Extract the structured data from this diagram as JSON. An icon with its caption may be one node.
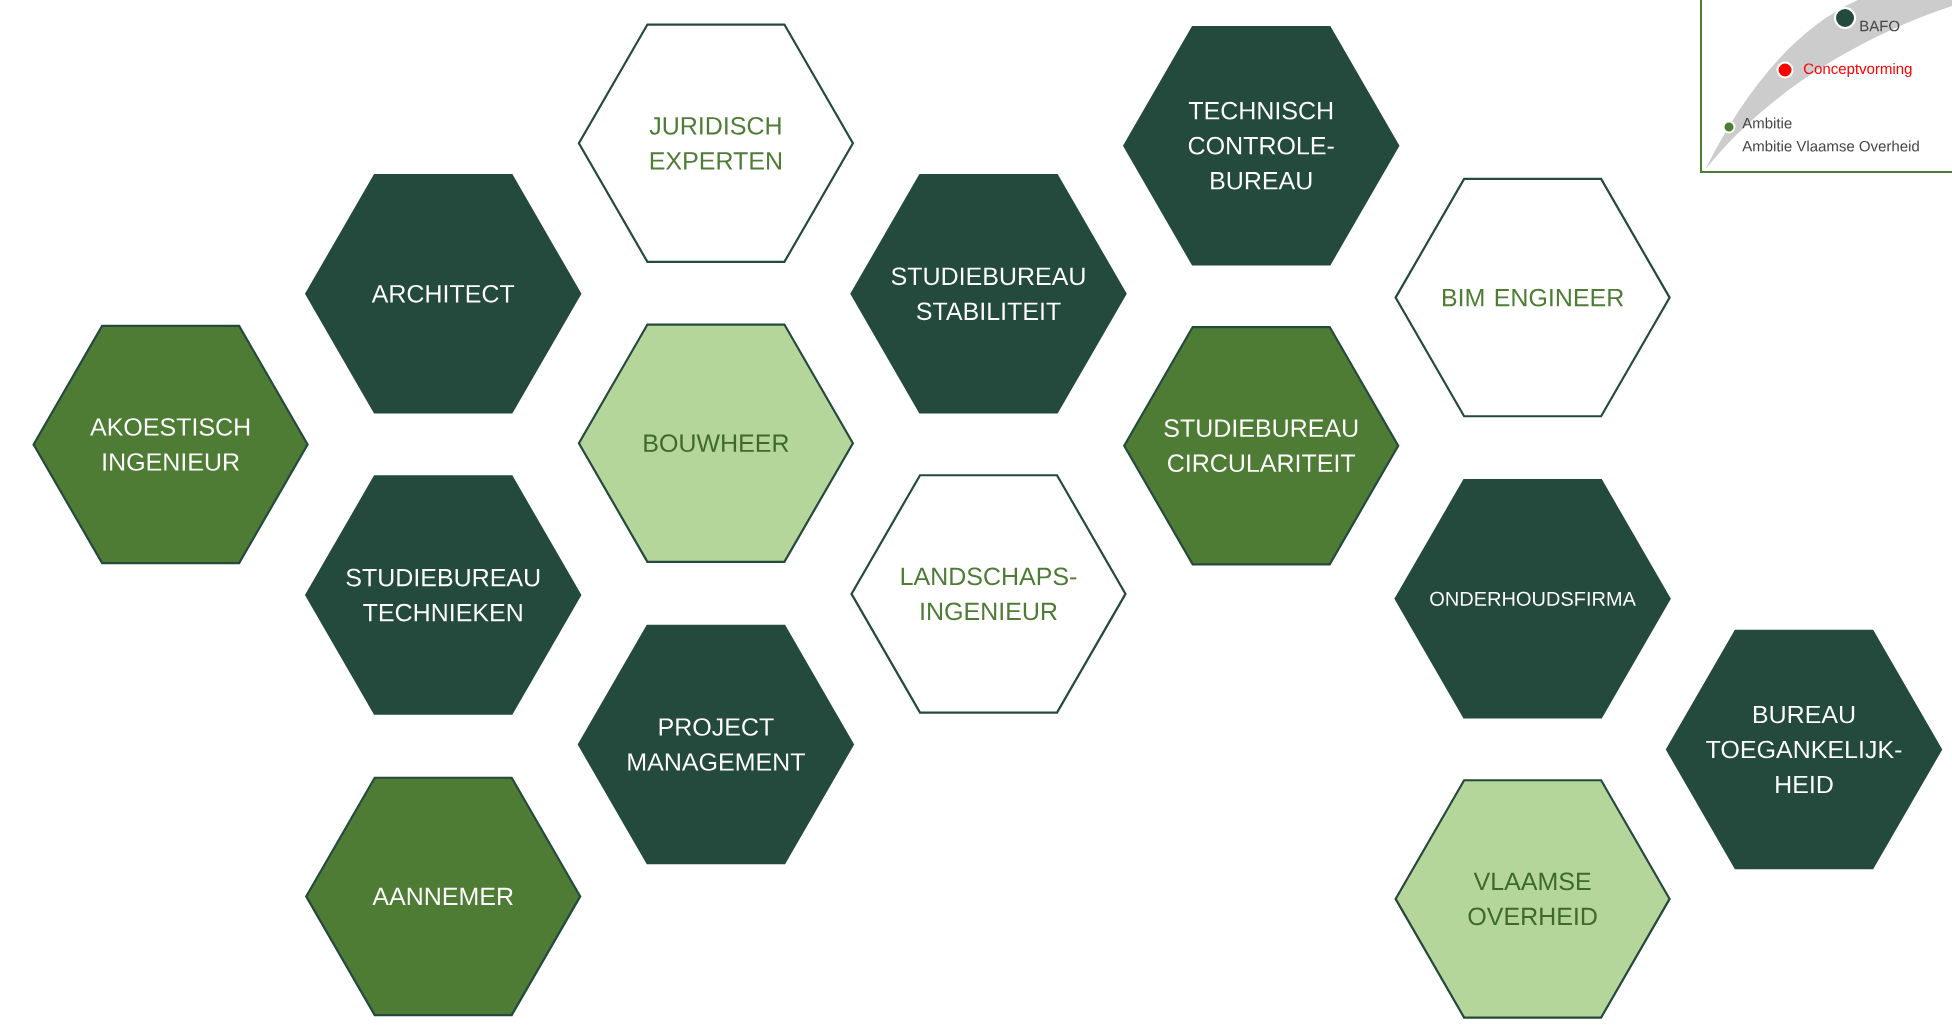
{
  "diagram": {
    "nodes": [
      {
        "text": [
          "JURIDISCH EXPERTEN"
        ]
      },
      {
        "text": [
          "TECHNISCH CONTROLE-BUREAU"
        ]
      },
      {
        "text": [
          "ARCHITECT"
        ]
      },
      {
        "text": [
          "STUDIEBUREAU STABILITEIT"
        ]
      },
      {
        "text": [
          "BIM ENGINEER"
        ]
      },
      {
        "text": [
          "AKOESTISCH INGENIEUR"
        ]
      },
      {
        "text": [
          "BOUWHEER"
        ]
      },
      {
        "text": [
          "STUDIEBUREAU CIRCULARITEIT"
        ]
      },
      {
        "text": [
          "STUDIEBUREAU TECHNIEKEN"
        ]
      },
      {
        "text": [
          "LANDSCHAPS-INGENIEUR"
        ]
      },
      {
        "text": [
          "ONDERHOUDSFIRMA"
        ]
      },
      {
        "text": [
          "PROJECT MANAGEMENT"
        ]
      },
      {
        "text": [
          "BUREAU TOEGANKELIJK-HEID"
        ]
      },
      {
        "text": [
          "AANNEMER"
        ]
      },
      {
        "text": [
          "VLAAMSE OVERHEID"
        ]
      }
    ],
    "labels": [
      "Ambitie Vlaamse Overheid"
    ],
    "legend": [
      {
        "text": "BAFO",
        "color": "#244a3e"
      },
      {
        "text": "Conceptvorming",
        "color": "#ff0000"
      },
      {
        "text": "Ambitie",
        "color": "#4f7c35"
      }
    ]
  }
}
